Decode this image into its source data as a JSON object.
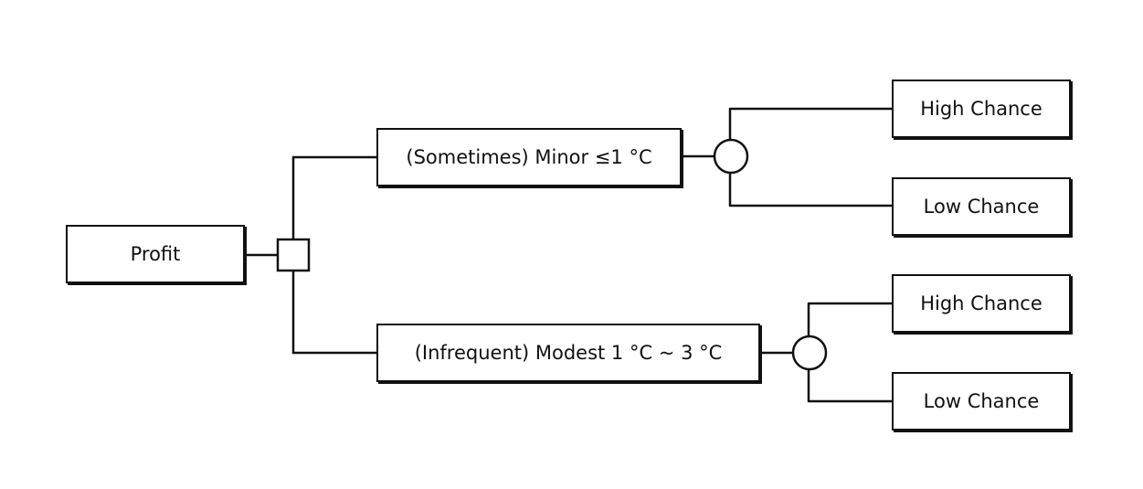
{
  "nodes": {
    "root": {
      "label": "Profit"
    },
    "branch_a": {
      "label": "(Sometimes) Minor ≤1 °C",
      "outcomes": [
        {
          "label": "High Chance"
        },
        {
          "label": "Low Chance"
        }
      ]
    },
    "branch_b": {
      "label": "(Infrequent) Modest 1 °C ~ 3 °C",
      "outcomes": [
        {
          "label": "High Chance"
        },
        {
          "label": "Low Chance"
        }
      ]
    }
  },
  "colors": {
    "stroke": "#111111",
    "background": "#ffffff"
  },
  "shapes": {
    "decision_node": "square",
    "chance_node": "circle"
  }
}
